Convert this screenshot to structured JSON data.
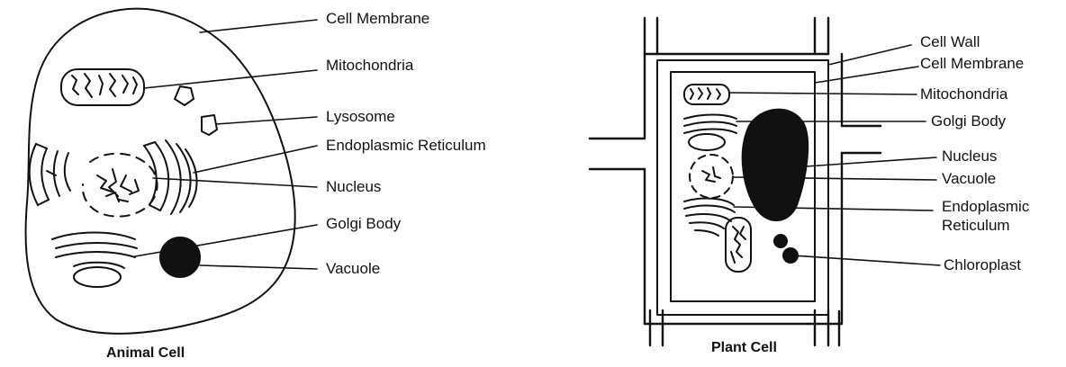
{
  "animal_cell": {
    "title": "Animal Cell",
    "labels": {
      "cell_membrane": "Cell Membrane",
      "mitochondria": "Mitochondria",
      "lysosome": "Lysosome",
      "endoplasmic_reticulum": "Endoplasmic Reticulum",
      "nucleus": "Nucleus",
      "golgi_body": "Golgi Body",
      "vacuole": "Vacuole"
    }
  },
  "plant_cell": {
    "title": "Plant Cell",
    "labels": {
      "cell_wall": "Cell Wall",
      "cell_membrane": "Cell Membrane",
      "mitochondria": "Mitochondria",
      "golgi_body": "Golgi Body",
      "nucleus": "Nucleus",
      "vacuole": "Vacuole",
      "endoplasmic_reticulum_1": "Endoplasmic",
      "endoplasmic_reticulum_2": "Reticulum",
      "chloroplast": "Chloroplast"
    }
  },
  "colors": {
    "ink": "#111111",
    "background": "#ffffff"
  }
}
